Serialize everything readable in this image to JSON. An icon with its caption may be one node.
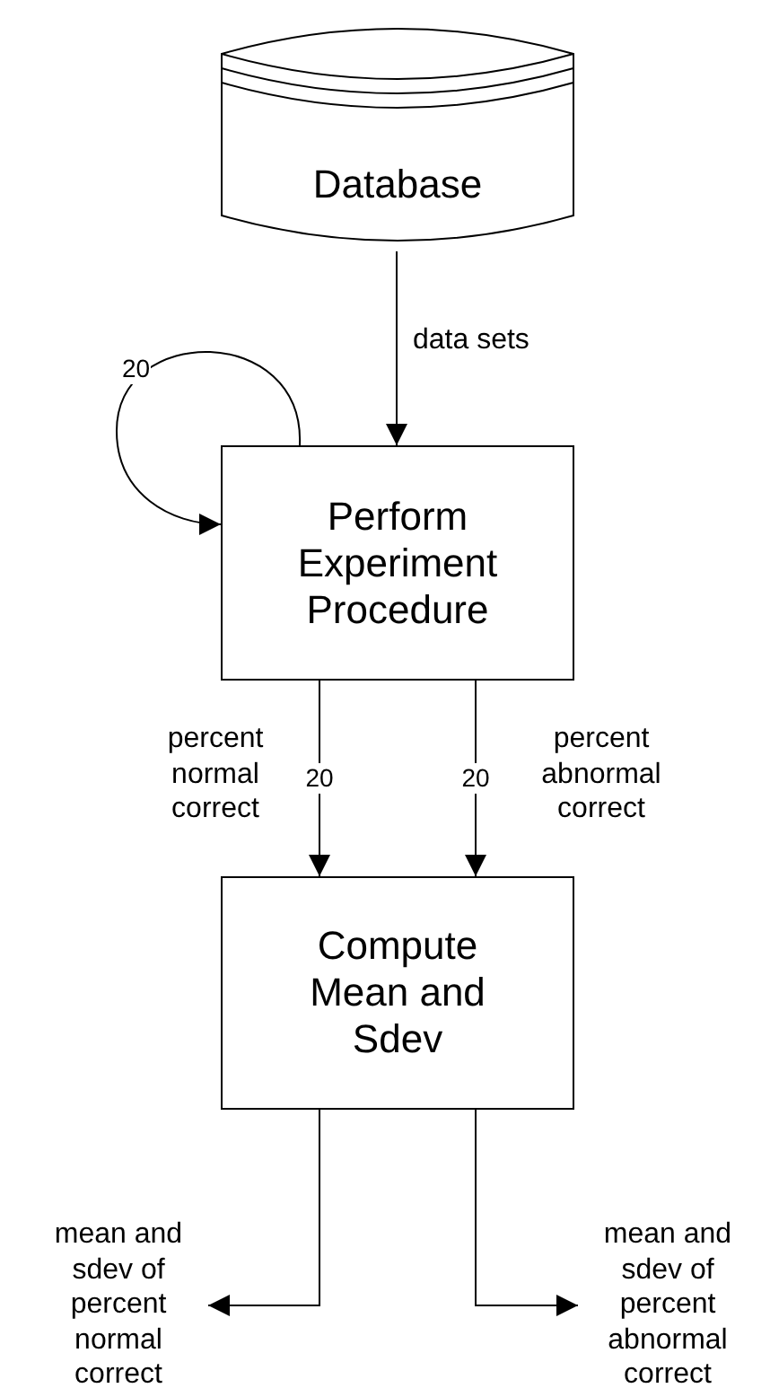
{
  "diagram": {
    "nodes": [
      {
        "text": [
          "Database"
        ]
      },
      {
        "text": [
          "Perform Experiment Procedure"
        ]
      },
      {
        "text": [
          "Compute Mean and Sdev"
        ]
      },
      {
        "text": [
          "mean and sdev of percent normal correct"
        ]
      },
      {
        "text": [
          "mean and sdev of percent abnormal correct"
        ]
      }
    ],
    "edges": [
      {
        "from": 0,
        "to": 1,
        "arrow": "to",
        "label": "data sets"
      },
      {
        "from": 1,
        "to": 1,
        "arrow": "to",
        "label": "20"
      },
      {
        "from": 1,
        "to": 2,
        "arrow": "to",
        "label": "20"
      },
      {
        "from": 1,
        "to": 2,
        "arrow": "to",
        "label": "20"
      },
      {
        "from": 2,
        "to": 3,
        "arrow": "to"
      },
      {
        "from": 2,
        "to": 4,
        "arrow": "to"
      }
    ],
    "labels": [
      "percent normal correct",
      "percent abnormal correct"
    ]
  }
}
